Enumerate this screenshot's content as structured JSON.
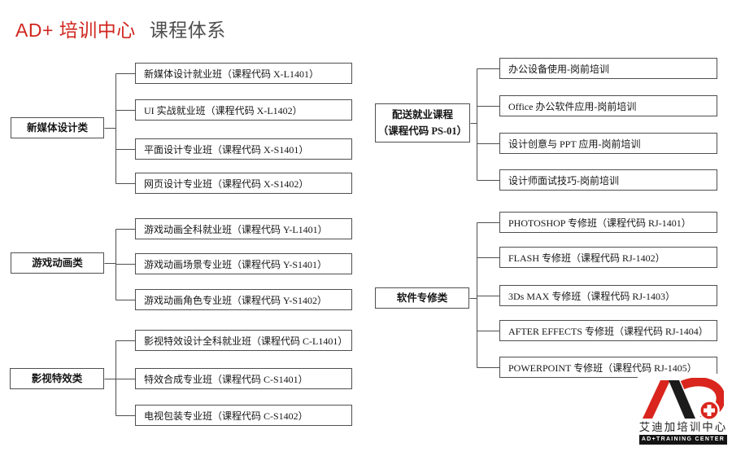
{
  "title": {
    "brand": "AD+ 培训中心",
    "subtitle": "课程体系"
  },
  "colors": {
    "brand_red": "#d0261f",
    "line": "#4f4f4f",
    "logo_red": "#d9251d",
    "logo_black": "#1b1b1b"
  },
  "groups": [
    {
      "slug": "new-media-design",
      "category": [
        "新媒体设计类"
      ],
      "courses": [
        "新媒体设计就业班（课程代码 X-L1401）",
        "UI 实战就业班（课程代码 X-L1402）",
        "平面设计专业班（课程代码 X-S1401）",
        "网页设计专业班（课程代码 X-S1402）"
      ]
    },
    {
      "slug": "game-animation",
      "category": [
        "游戏动画类"
      ],
      "courses": [
        "游戏动画全科就业班（课程代码 Y-L1401）",
        "游戏动画场景专业班（课程代码 Y-S1401）",
        "游戏动画角色专业班（课程代码 Y-S1402）"
      ]
    },
    {
      "slug": "film-vfx",
      "category": [
        "影视特效类"
      ],
      "courses": [
        "影视特效设计全科就业班（课程代码 C-L1401）",
        "特效合成专业班（课程代码 C-S1401）",
        "电视包装专业班（课程代码 C-S1402）"
      ]
    },
    {
      "slug": "bundled-employment",
      "category": [
        "配送就业课程",
        "（课程代码 PS-01）"
      ],
      "courses": [
        "办公设备使用-岗前培训",
        "Office 办公软件应用-岗前培训",
        "设计创意与 PPT 应用-岗前培训",
        "设计师面试技巧-岗前培训"
      ]
    },
    {
      "slug": "software-specialized",
      "category": [
        "软件专修类"
      ],
      "courses": [
        "PHOTOSHOP 专修班（课程代码 RJ-1401）",
        "FLASH 专修班（课程代码 RJ-1402）",
        "3Ds MAX 专修班（课程代码 RJ-1403）",
        "AFTER EFFECTS 专修班（课程代码 RJ-1404）",
        "POWERPOINT 专修班（课程代码 RJ-1405）"
      ]
    }
  ],
  "logo": {
    "mark": "AD+",
    "cn": "艾迪加培训中心",
    "en": "AD+TRAINING CENTER"
  }
}
